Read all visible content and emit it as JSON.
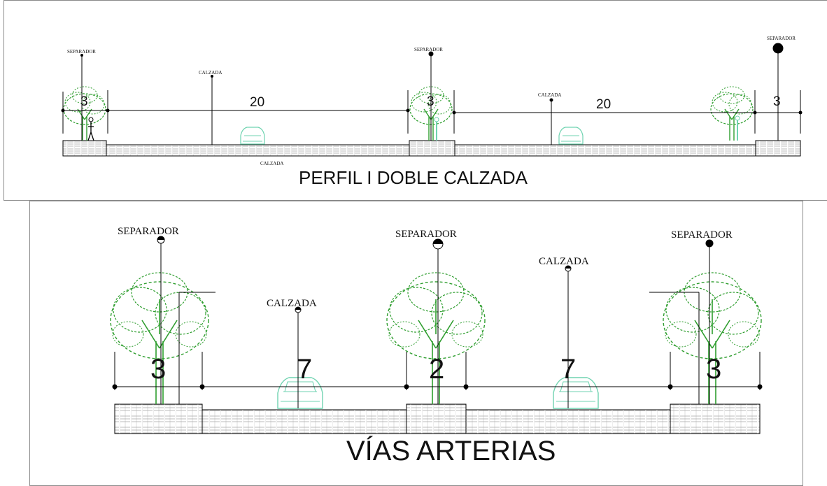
{
  "colors": {
    "tree": "#2f9e2f",
    "vehicle": "#6fd3b0",
    "line": "#000000"
  },
  "profile1": {
    "title": "PERFIL I DOBLE CALZADA",
    "labels": [
      "SEPARADOR",
      "CALZADA",
      "SEPARADOR",
      "CALZADA",
      "SEPARADOR",
      "CALZADA"
    ],
    "dimensions": [
      "3",
      "20",
      "3",
      "20",
      "3"
    ]
  },
  "profile2": {
    "title": "VÍAS ARTERIAS",
    "labels": [
      "SEPARADOR",
      "CALZADA",
      "SEPARADOR",
      "CALZADA",
      "SEPARADOR"
    ],
    "dimensions": [
      "3",
      "7",
      "2",
      "7",
      "3"
    ]
  }
}
